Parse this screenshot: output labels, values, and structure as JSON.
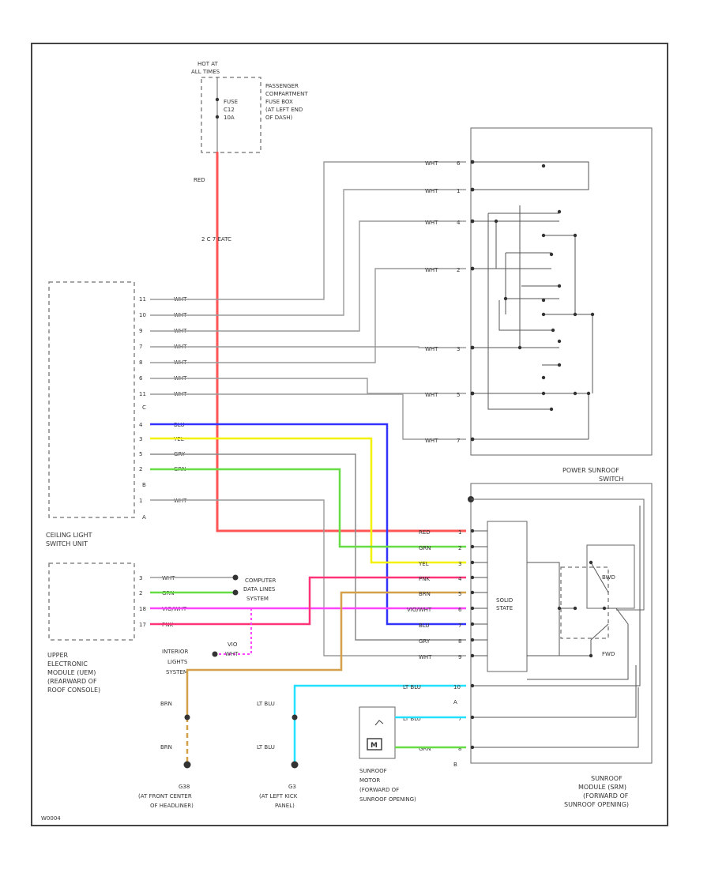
{
  "fuse_box": {
    "hot_at_line1": "HOT AT",
    "hot_at_line2": "ALL TIMES",
    "fuse_line1": "FUSE",
    "fuse_line2": "C12",
    "fuse_line3": "10A",
    "desc_line1": "PASSENGER",
    "desc_line2": "COMPARTMENT",
    "desc_line3": "FUSE BOX",
    "desc_line4": "(AT LEFT END",
    "desc_line5": "OF DASH)"
  },
  "main_wire": {
    "color_label": "RED",
    "note": "2 C 7 EATC"
  },
  "ceiling_unit": {
    "label_line1": "CEILING LIGHT",
    "label_line2": "SWITCH UNIT",
    "pins": [
      {
        "pin": "11",
        "wire": "WHT"
      },
      {
        "pin": "10",
        "wire": "WHT"
      },
      {
        "pin": "9",
        "wire": "WHT"
      },
      {
        "pin": "7",
        "wire": "WHT"
      },
      {
        "pin": "8",
        "wire": "WHT"
      },
      {
        "pin": "6",
        "wire": "WHT"
      },
      {
        "pin": "11",
        "wire": "WHT"
      },
      {
        "pin": "C",
        "wire": ""
      },
      {
        "pin": "4",
        "wire": "BLU"
      },
      {
        "pin": "3",
        "wire": "YEL"
      },
      {
        "pin": "5",
        "wire": "GRY"
      },
      {
        "pin": "2",
        "wire": "GRN"
      },
      {
        "pin": "B",
        "wire": ""
      },
      {
        "pin": "1",
        "wire": "WHT"
      },
      {
        "pin": "A",
        "wire": ""
      }
    ]
  },
  "upper_module": {
    "label_line1": "UPPER",
    "label_line2": "ELECTRONIC",
    "label_line3": "MODULE (UEM)",
    "label_line4": "(REARWARD OF",
    "label_line5": "ROOF CONSOLE)",
    "pins": [
      {
        "pin": "3",
        "wire": "WHT"
      },
      {
        "pin": "2",
        "wire": "GRN"
      },
      {
        "pin": "18",
        "wire": "VIO/WHT"
      },
      {
        "pin": "17",
        "wire": "PNK"
      }
    ]
  },
  "data_bus": {
    "line1": "COMPUTER",
    "line2": "DATA LINES",
    "line3": "SYSTEM"
  },
  "interior_lights": {
    "line1": "INTERIOR",
    "line2": "LIGHTS",
    "line3": "SYSTEM",
    "wire1": "VIO",
    "wire2": "WHT"
  },
  "power_switch": {
    "label_line1": "POWER SUNROOF",
    "label_line2": "SWITCH",
    "pins": [
      {
        "pin": "6",
        "wire": "WHT"
      },
      {
        "pin": "1",
        "wire": "WHT"
      },
      {
        "pin": "4",
        "wire": "WHT"
      },
      {
        "pin": "2",
        "wire": "WHT"
      },
      {
        "pin": "3",
        "wire": "WHT"
      },
      {
        "pin": "5",
        "wire": "WHT"
      },
      {
        "pin": "7",
        "wire": "WHT"
      }
    ]
  },
  "sunroof_module": {
    "label_line1": "SUNROOF",
    "label_line2": "MODULE (SRM)",
    "label_line3": "(FORWARD OF",
    "label_line4": "SUNROOF OPENING)",
    "solid_state_line1": "SOLID",
    "solid_state_line2": "STATE",
    "relay_top": "BWD",
    "relay_bottom": "FWD",
    "pins": [
      {
        "pin": "1",
        "wire": "RED"
      },
      {
        "pin": "2",
        "wire": "GRN"
      },
      {
        "pin": "3",
        "wire": "YEL"
      },
      {
        "pin": "4",
        "wire": "PNK"
      },
      {
        "pin": "5",
        "wire": "BRN"
      },
      {
        "pin": "6",
        "wire": "VIO/WHT"
      },
      {
        "pin": "7",
        "wire": "BLU"
      },
      {
        "pin": "8",
        "wire": "GRY"
      },
      {
        "pin": "9",
        "wire": "WHT"
      },
      {
        "pin": "10",
        "wire": "LT BLU"
      },
      {
        "pin": "A",
        "wire": ""
      },
      {
        "pin": "7",
        "wire": "LT BLU"
      },
      {
        "pin": "8",
        "wire": "GRN"
      },
      {
        "pin": "B",
        "wire": ""
      }
    ]
  },
  "motor": {
    "symbol": "M",
    "label_line1": "SUNROOF",
    "label_line2": "MOTOR",
    "label_line3": "(FORWARD OF",
    "label_line4": "SUNROOF OPENING)"
  },
  "grounds": {
    "g1_wire_top": "BRN",
    "g1_wire_bottom": "BRN",
    "g1_line1": "G38",
    "g1_line2": "(AT FRONT CENTER",
    "g1_line3": "OF HEADLINER)",
    "g2_wire_top": "LT BLU",
    "g2_wire_bottom": "LT BLU",
    "g2_line1": "G3",
    "g2_line2": "(AT LEFT KICK",
    "g2_line3": "PANEL)"
  },
  "page_code": "W0004",
  "colors": {
    "red": "#ff5555",
    "blue": "#3333ff",
    "yellow": "#f2f200",
    "green": "#66dd44",
    "pink": "#ff3377",
    "magenta": "#ff44ff",
    "brown": "#d4a04a",
    "lightblue": "#22e0ff",
    "gray": "#888888",
    "white_wire": "#9a9a9a"
  }
}
